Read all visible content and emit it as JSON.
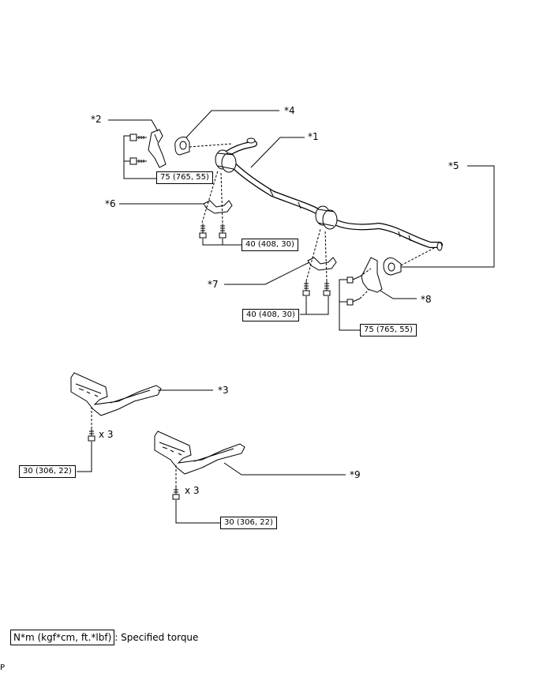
{
  "callouts": {
    "c1": "*1",
    "c2": "*2",
    "c3": "*3",
    "c4": "*4",
    "c5": "*5",
    "c6": "*6",
    "c7": "*7",
    "c8": "*8",
    "c9": "*9"
  },
  "torques": {
    "t1": "75 (765, 55)",
    "t2": "40 (408, 30)",
    "t3": "40 (408, 30)",
    "t4": "75 (765, 55)",
    "t5": "30 (306, 22)",
    "t6": "30 (306, 22)"
  },
  "quantities": {
    "q1": "x 3",
    "q2": "x 3"
  },
  "legend": {
    "box": "N*m (kgf*cm, ft.*lbf)",
    "text": ": Specified torque"
  },
  "corner_mark": "P"
}
